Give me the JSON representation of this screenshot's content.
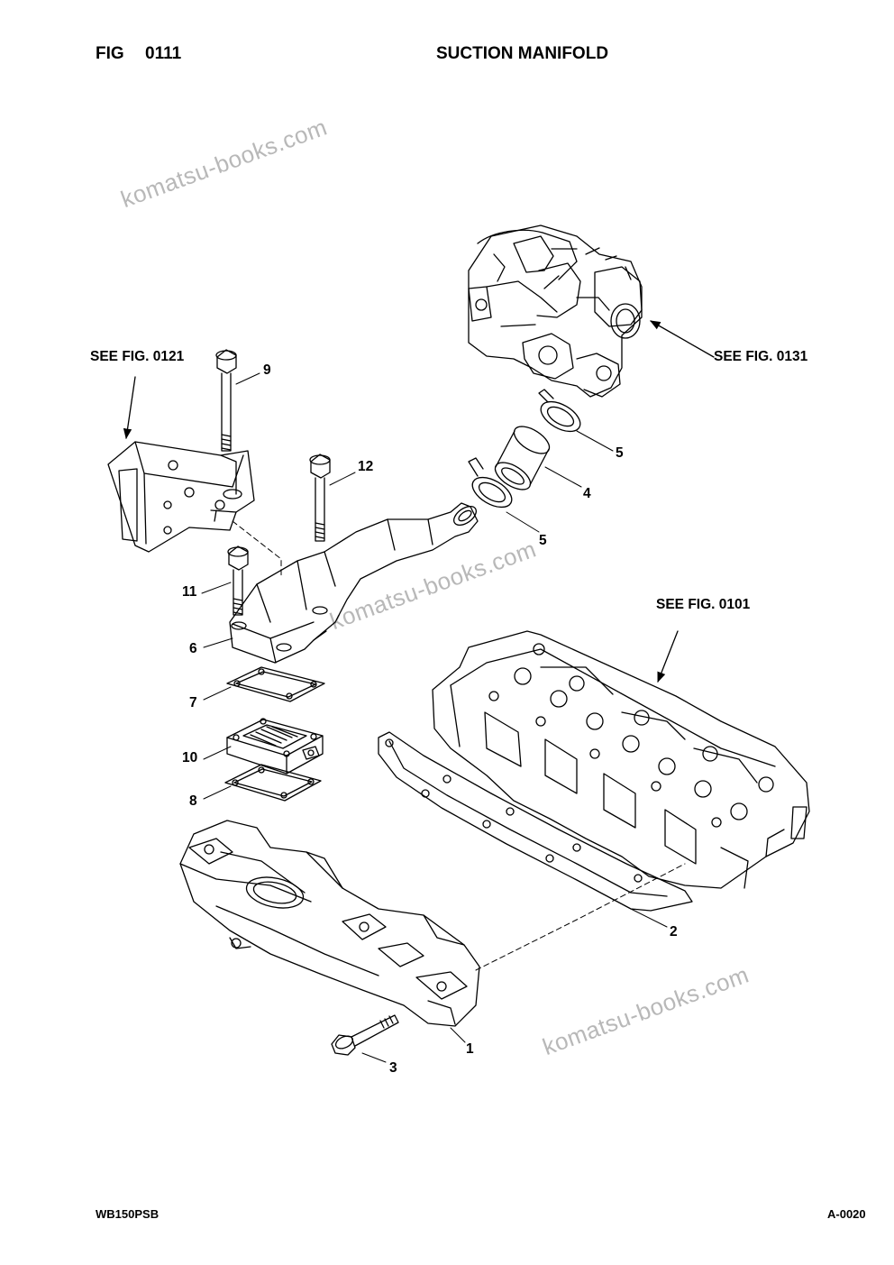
{
  "header": {
    "fig_label": "FIG",
    "fig_number": "0111",
    "title": "SUCTION MANIFOLD"
  },
  "footer": {
    "model": "WB150PSB",
    "page": "A-0020"
  },
  "references": {
    "fig_0121": "SEE FIG. 0121",
    "fig_0131": "SEE FIG. 0131",
    "fig_0101": "SEE FIG. 0101"
  },
  "callouts": {
    "part_1": "1",
    "part_2": "2",
    "part_3": "3",
    "part_4": "4",
    "part_5_upper": "5",
    "part_5_lower": "5",
    "part_6": "6",
    "part_7": "7",
    "part_8": "8",
    "part_9": "9",
    "part_10": "10",
    "part_11": "11",
    "part_12": "12"
  },
  "watermark": "komatsu-books.com"
}
